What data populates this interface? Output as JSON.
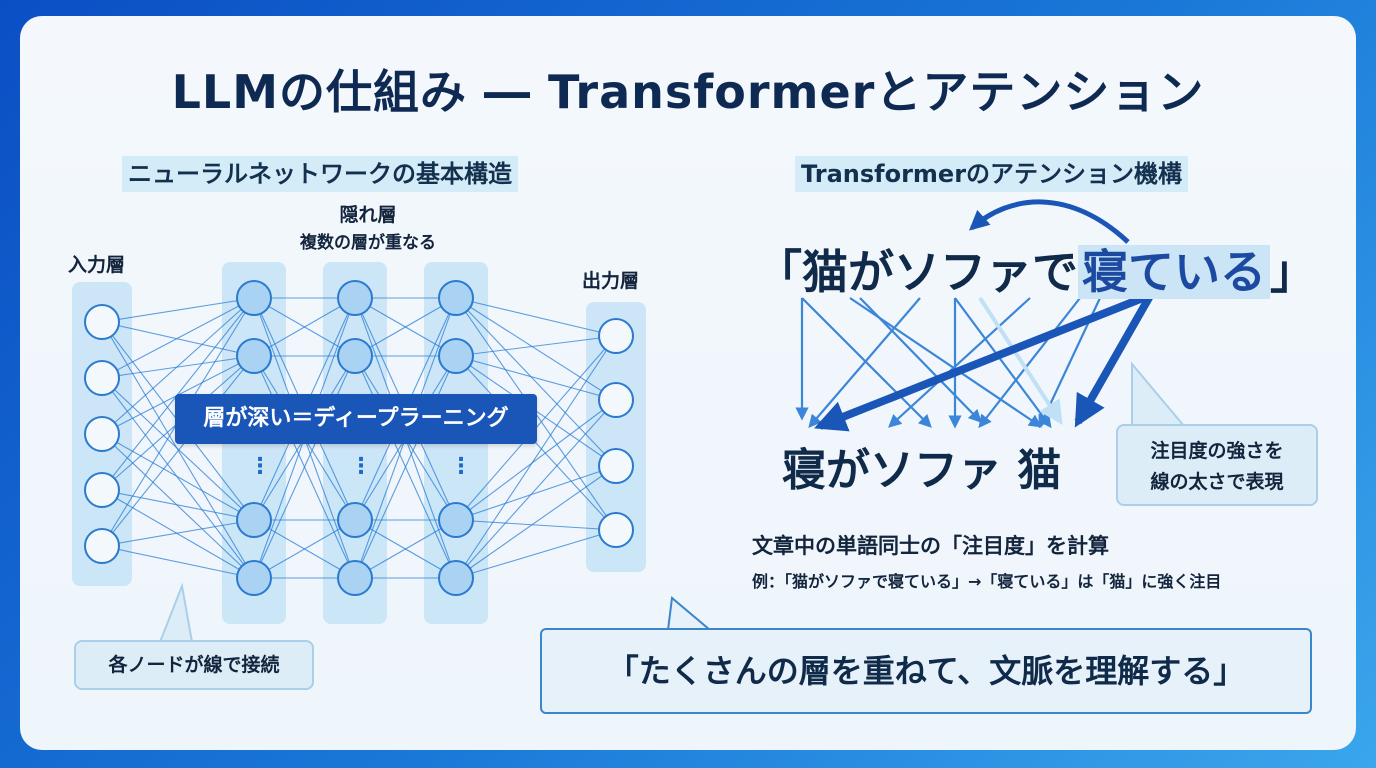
{
  "title": "LLMの仕組み ― Transformerとアテンション",
  "left": {
    "heading": "ニューラルネットワークの基本構造",
    "input_label": "入力層",
    "hidden_label": "隠れ層",
    "hidden_sub": "複数の層が重なる",
    "output_label": "出力層",
    "deep_label": "層が深い＝ディープラーニング",
    "ellipsis": "⋮",
    "callout": "各ノードが線で接続"
  },
  "right": {
    "heading": "Transformerのアテンション機構",
    "sentence_open": "「猫がソファで",
    "sentence_highlight": "寝ている",
    "sentence_close": "」",
    "bottom_words": "寝がソファ 猫",
    "callout_line1": "注目度の強さを",
    "callout_line2": "線の太さで表現",
    "note1": "文章中の単語同士の「注目度」を計算",
    "note2": "例：「猫がソファで寝ている」→「寝ている」は「猫」に強く注目"
  },
  "summary": "「たくさんの層を重ねて、文脈を理解する」",
  "colors": {
    "accent": "#1a56b8",
    "node_fill": "#a9d2f3",
    "node_stroke": "#2a7ad0",
    "edge": "#2b7fd6",
    "column_bg": "#bfe0f5"
  }
}
